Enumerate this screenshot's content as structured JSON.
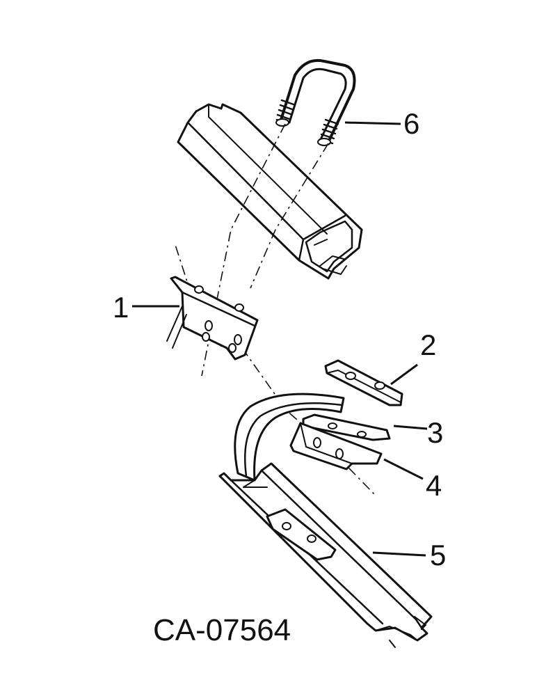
{
  "callouts": {
    "c1": "1",
    "c2": "2",
    "c3": "3",
    "c4": "4",
    "c5": "5",
    "c6": "6"
  },
  "drawing_code": "CA-07564"
}
